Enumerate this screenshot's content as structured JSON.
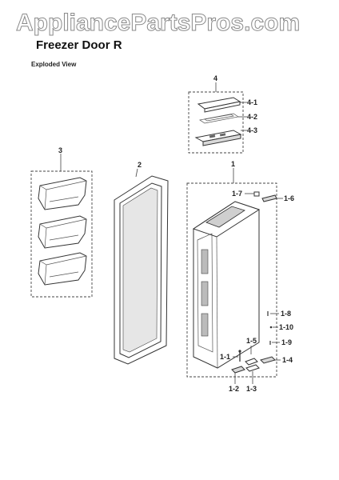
{
  "watermark": "AppliancePartsPros.com",
  "title": "Freezer Door R",
  "subtitle": "Exploded View",
  "callouts": {
    "c1": "1",
    "c2": "2",
    "c3": "3",
    "c4": "4",
    "c4_1": "4-1",
    "c4_2": "4-2",
    "c4_3": "4-3",
    "c1_7": "1-7",
    "c1_6": "1-6",
    "c1_8": "1-8",
    "c1_10": "1-10",
    "c1_9": "1-9",
    "c1_5": "1-5",
    "c1_1": "1-1",
    "c1_4": "1-4",
    "c1_2": "1-2",
    "c1_3": "1-3"
  }
}
